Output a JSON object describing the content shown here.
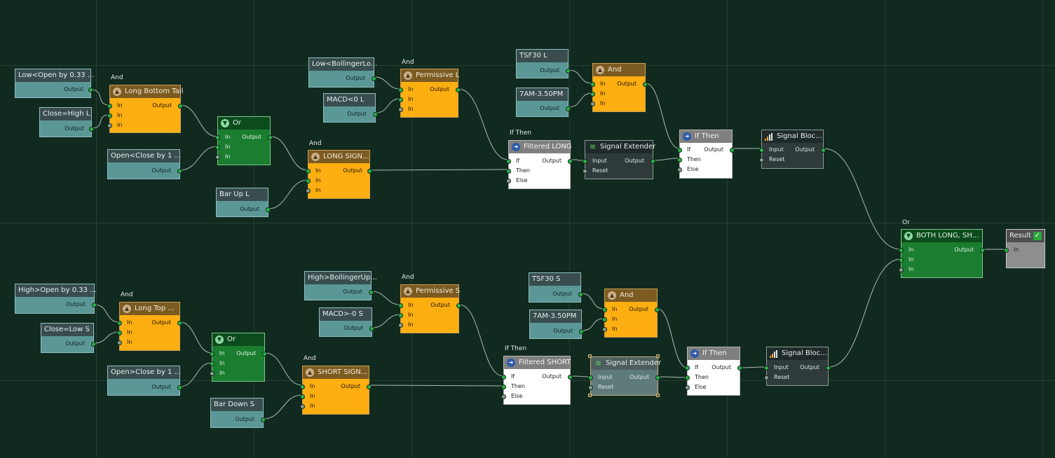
{
  "nodes": {
    "cond_low_open": {
      "title": "Low<Open by 0.33 ...",
      "out": "Output"
    },
    "cond_close_high": {
      "title": "Close=High L",
      "out": "Output"
    },
    "cond_open_close_l": {
      "title": "Open<Close by 1 ...",
      "out": "Output"
    },
    "cond_bar_up": {
      "title": "Bar Up L",
      "out": "Output"
    },
    "cond_low_bollinger": {
      "title": "Low<BollingerLo...",
      "out": "Output"
    },
    "cond_macd_l": {
      "title": "MACD<0 L",
      "out": "Output"
    },
    "cond_tsf_l": {
      "title": "TSF30 L",
      "out": "Output"
    },
    "cond_time_l": {
      "title": "7AM-3.50PM",
      "out": "Output"
    },
    "cond_high_open": {
      "title": "High>Open by 0.33 ...",
      "out": "Output"
    },
    "cond_close_low": {
      "title": "Close=Low S",
      "out": "Output"
    },
    "cond_open_close_s": {
      "title": "Open>Close by 1 ...",
      "out": "Output"
    },
    "cond_bar_down": {
      "title": "Bar Down S",
      "out": "Output"
    },
    "cond_high_bollinger": {
      "title": "High>BollingerUp...",
      "out": "Output"
    },
    "cond_macd_s": {
      "title": "MACD>-0 S",
      "out": "Output"
    },
    "cond_tsf_s": {
      "title": "TSF30 S",
      "out": "Output"
    },
    "cond_time_s": {
      "title": "7AM-3.50PM",
      "out": "Output"
    },
    "and_long_tail": {
      "caption": "And",
      "title": "Long Bottom Tail",
      "in": "In",
      "out": "Output"
    },
    "and_long_signal": {
      "caption": "And",
      "title": "LONG SIGN...",
      "in": "In",
      "out": "Output"
    },
    "and_perm_l": {
      "caption": "And",
      "title": "Permissive L",
      "in": "In",
      "out": "Output"
    },
    "and_tsf_l": {
      "caption": "",
      "title": "And",
      "in": "In",
      "out": "Output"
    },
    "and_long_top": {
      "caption": "And",
      "title": "Long Top ...",
      "in": "In",
      "out": "Output"
    },
    "and_short_signal": {
      "caption": "And",
      "title": "SHORT SIGN...",
      "in": "In",
      "out": "Output"
    },
    "and_perm_s": {
      "caption": "And",
      "title": "Permissive S",
      "in": "In",
      "out": "Output"
    },
    "and_tsf_s": {
      "caption": "",
      "title": "And",
      "in": "In",
      "out": "Output"
    },
    "or_l": {
      "title": "Or",
      "in": "In",
      "out": "Output"
    },
    "or_s": {
      "title": "Or",
      "in": "In",
      "out": "Output"
    },
    "or_both": {
      "caption": "Or",
      "title": "BOTH LONG, SH...",
      "in": "In",
      "out": "Output"
    },
    "if_filtered_long": {
      "caption": "If Then",
      "title": "Filtered LONG",
      "if": "If",
      "then": "Then",
      "else": "Else",
      "out": "Output"
    },
    "if_filtered_short": {
      "caption": "If Then",
      "title": "Filtered SHORT",
      "if": "If",
      "then": "Then",
      "else": "Else",
      "out": "Output"
    },
    "if_then_l": {
      "title": "If Then",
      "if": "If",
      "then": "Then",
      "else": "Else",
      "out": "Output"
    },
    "if_then_s": {
      "title": "If Then",
      "if": "If",
      "then": "Then",
      "else": "Else",
      "out": "Output"
    },
    "ext_l": {
      "title": "Signal Extender",
      "input": "Input",
      "reset": "Reset",
      "out": "Output"
    },
    "ext_s": {
      "title": "Signal Extender",
      "input": "Input",
      "reset": "Reset",
      "out": "Output"
    },
    "blk_l": {
      "title": "Signal Bloc...",
      "input": "Input",
      "reset": "Reset",
      "out": "Output"
    },
    "blk_s": {
      "title": "Signal Bloc...",
      "input": "Input",
      "reset": "Reset",
      "out": "Output"
    },
    "result": {
      "title": "Result",
      "in": "In"
    }
  },
  "colors": {
    "canvas": "#112a1f",
    "condition": "#5b9797",
    "and": "#fdae11",
    "or": "#1a7d2f",
    "if_then": "#ffffff",
    "signal_node": "#2f3b3b",
    "result": "#8e8e8e",
    "port_active": "#2bb24a",
    "port_idle": "#8c9a93",
    "wire": "#c9d4cd"
  },
  "connections": [
    [
      "cond_low_open.out",
      "and_long_tail.in0"
    ],
    [
      "cond_close_high.out",
      "and_long_tail.in1"
    ],
    [
      "and_long_tail.out",
      "or_l.in0"
    ],
    [
      "cond_open_close_l.out",
      "or_l.in1"
    ],
    [
      "or_l.out",
      "and_long_signal.in0"
    ],
    [
      "cond_bar_up.out",
      "and_long_signal.in1"
    ],
    [
      "cond_low_bollinger.out",
      "and_perm_l.in0"
    ],
    [
      "cond_macd_l.out",
      "and_perm_l.in1"
    ],
    [
      "cond_tsf_l.out",
      "and_tsf_l.in0"
    ],
    [
      "cond_time_l.out",
      "and_tsf_l.in1"
    ],
    [
      "and_perm_l.out",
      "if_filtered_long.if"
    ],
    [
      "and_long_signal.out",
      "if_filtered_long.then"
    ],
    [
      "if_filtered_long.out",
      "ext_l.input"
    ],
    [
      "ext_l.out",
      "if_then_l.then"
    ],
    [
      "and_tsf_l.out",
      "if_then_l.if"
    ],
    [
      "if_then_l.out",
      "blk_l.input"
    ],
    [
      "blk_l.out",
      "or_both.in0"
    ],
    [
      "cond_high_open.out",
      "and_long_top.in0"
    ],
    [
      "cond_close_low.out",
      "and_long_top.in1"
    ],
    [
      "and_long_top.out",
      "or_s.in0"
    ],
    [
      "cond_open_close_s.out",
      "or_s.in1"
    ],
    [
      "or_s.out",
      "and_short_signal.in0"
    ],
    [
      "cond_bar_down.out",
      "and_short_signal.in1"
    ],
    [
      "cond_high_bollinger.out",
      "and_perm_s.in0"
    ],
    [
      "cond_macd_s.out",
      "and_perm_s.in1"
    ],
    [
      "cond_tsf_s.out",
      "and_tsf_s.in0"
    ],
    [
      "cond_time_s.out",
      "and_tsf_s.in1"
    ],
    [
      "and_perm_s.out",
      "if_filtered_short.if"
    ],
    [
      "and_short_signal.out",
      "if_filtered_short.then"
    ],
    [
      "if_filtered_short.out",
      "ext_s.input"
    ],
    [
      "ext_s.out",
      "if_then_s.then"
    ],
    [
      "and_tsf_s.out",
      "if_then_s.if"
    ],
    [
      "if_then_s.out",
      "blk_s.input"
    ],
    [
      "blk_s.out",
      "or_both.in1"
    ],
    [
      "or_both.out",
      "result.in"
    ]
  ]
}
